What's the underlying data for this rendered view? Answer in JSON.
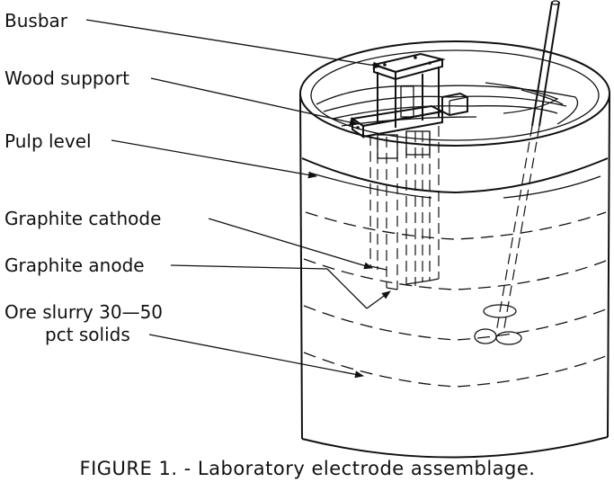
{
  "labels": {
    "busbar": "Busbar",
    "wood_support": "Wood support",
    "pulp_level": "Pulp level",
    "graphite_cathode": "Graphite cathode",
    "graphite_anode": "Graphite anode",
    "ore_slurry_line1": "Ore slurry 30—50",
    "ore_slurry_line2": "pct solids"
  },
  "caption": "FIGURE 1. - Laboratory electrode assemblage."
}
